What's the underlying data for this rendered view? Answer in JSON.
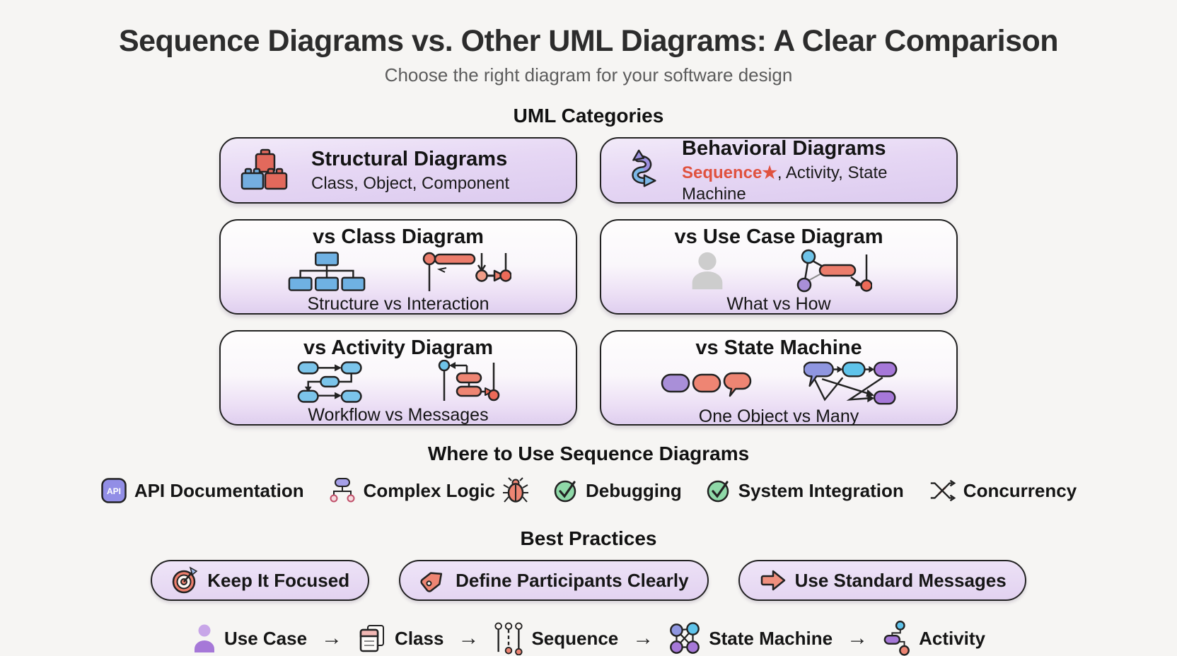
{
  "page": {
    "title": "Sequence Diagrams vs. Other UML Diagrams: A Clear Comparison",
    "subtitle": "Choose the right diagram for your software design"
  },
  "colors": {
    "background": "#f6f5f3",
    "card_lavender": "#e4d4f1",
    "outline": "#222222",
    "coral_accent": "#e0523f",
    "blue": "#6fb1e3",
    "purple": "#a678d8",
    "green_check": "#8fd9a8"
  },
  "sections": {
    "categories": {
      "heading": "UML Categories",
      "cards": [
        {
          "icon": "lego-blocks-icon",
          "title": "Structural Diagrams",
          "subtitle": "Class, Object, Component"
        },
        {
          "icon": "s-curve-arrow-icon",
          "title": "Behavioral Diagrams",
          "subtitle_highlight": "Sequence★",
          "subtitle_rest": ", Activity, State Machine"
        }
      ]
    },
    "comparisons": {
      "cards": [
        {
          "title": "vs Class Diagram",
          "icons": [
            "class-tree-icon",
            "sequence-interaction-icon"
          ],
          "caption": "Structure vs Interaction"
        },
        {
          "title": "vs Use Case Diagram",
          "icons": [
            "person-icon",
            "usecase-network-icon"
          ],
          "caption": "What vs How"
        },
        {
          "title": "vs Activity Diagram",
          "icons": [
            "activity-flow-icon",
            "sequence-messages-icon"
          ],
          "caption": "Workflow vs Messages"
        },
        {
          "title": "vs State Machine",
          "icons": [
            "state-pills-icon",
            "state-graph-icon"
          ],
          "caption": "One Object vs Many"
        }
      ]
    },
    "where": {
      "heading": "Where to Use Sequence Diagrams",
      "items": [
        {
          "icon": "api-badge-icon",
          "icon_label": "API",
          "label": "API Documentation"
        },
        {
          "icon": "logic-flow-icon",
          "label": "Complex Logic",
          "trailing_icon": "bug-icon"
        },
        {
          "icon": "check-circle-icon",
          "label": "Debugging"
        },
        {
          "icon": "check-circle-icon",
          "label": "System Integration"
        },
        {
          "icon": "concurrency-icon",
          "label": "Concurrency"
        }
      ]
    },
    "best": {
      "heading": "Best Practices",
      "pills": [
        {
          "icon": "target-icon",
          "label": "Keep It Focused"
        },
        {
          "icon": "tag-icon",
          "label": "Define Participants Clearly"
        },
        {
          "icon": "arrow-right-icon",
          "label": "Use Standard Messages"
        }
      ]
    },
    "path": {
      "arrow": "→",
      "steps": [
        {
          "icon": "actor-icon",
          "label": "Use Case"
        },
        {
          "icon": "class-doc-icon",
          "label": "Class"
        },
        {
          "icon": "lifelines-icon",
          "label": "Sequence"
        },
        {
          "icon": "state-nodes-icon",
          "label": "State Machine"
        },
        {
          "icon": "activity-mini-icon",
          "label": "Activity"
        }
      ]
    }
  }
}
